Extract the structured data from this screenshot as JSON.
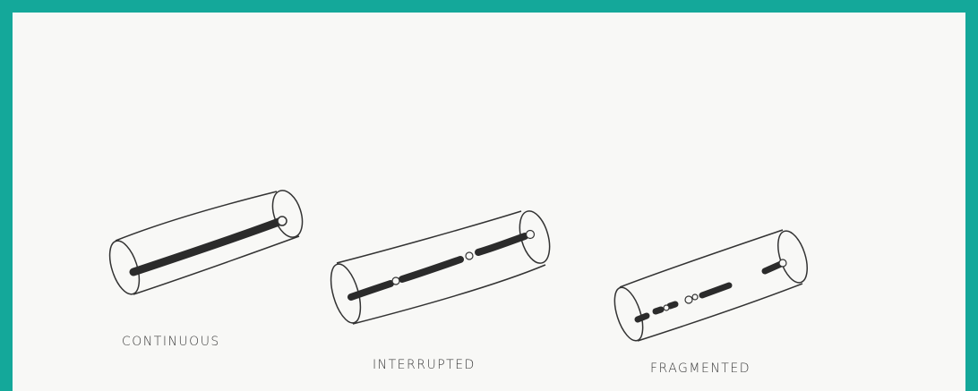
{
  "figures": [
    {
      "id": "continuous",
      "label": "CONTINUOUS"
    },
    {
      "id": "interrupted",
      "label": "INTERRUPTED"
    },
    {
      "id": "fragmented",
      "label": "FRAGMENTED"
    }
  ],
  "colors": {
    "border": "#14a89a",
    "paper": "#f8f8f6",
    "ink": "#2b2b2b"
  }
}
